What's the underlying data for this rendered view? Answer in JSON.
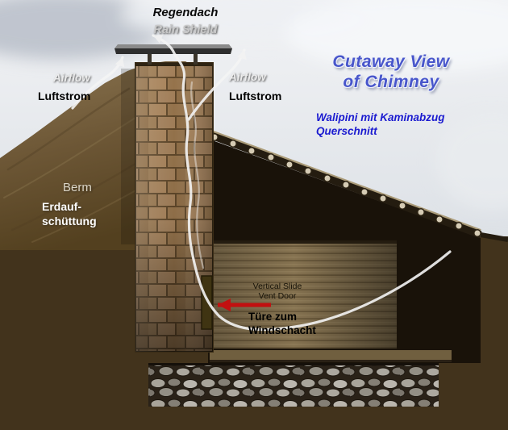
{
  "title": {
    "line1": "Cutaway View",
    "line2": "of Chimney"
  },
  "subtitle": {
    "line1": "Walipini mit Kaminabzug",
    "line2": "Querschnitt"
  },
  "labels": {
    "rain_shield_de": "Regendach",
    "rain_shield_en": "Rain Shield",
    "airflow_left_en": "Airflow",
    "airflow_left_de": "Luftstrom",
    "airflow_right_en": "Airflow",
    "airflow_right_de": "Luftstrom",
    "berm_en": "Berm",
    "berm_de_line1": "Erdauf-",
    "berm_de_line2": "schüttung",
    "vent_door_en_line1": "Vertical Slide",
    "vent_door_en_line2": "Vent Door",
    "vent_door_de_line1": "Türe zum",
    "vent_door_de_line2": "Windschacht"
  },
  "colors": {
    "title_blue": "#4856cb",
    "subtitle_blue": "#1b1bd0",
    "arrow_red": "#c21010",
    "airflow_white": "#f4f4f4"
  }
}
